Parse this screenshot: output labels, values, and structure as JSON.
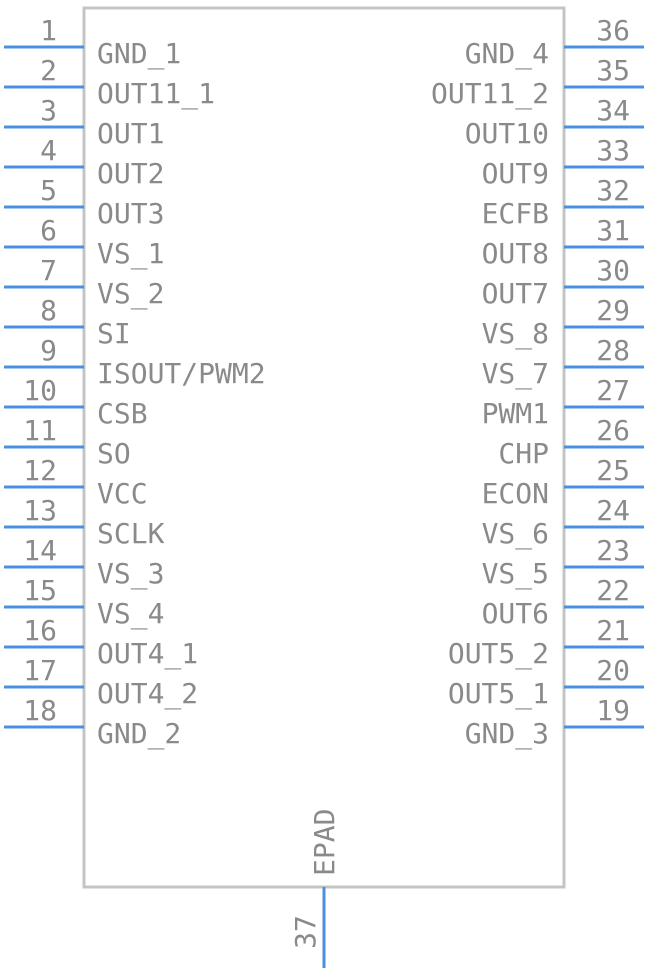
{
  "colors": {
    "pin": "#4a90e2",
    "body": "#c4c4c4",
    "text": "#8a8a8a"
  },
  "left_pins": [
    {
      "num": "1",
      "name": "GND_1"
    },
    {
      "num": "2",
      "name": "OUT11_1"
    },
    {
      "num": "3",
      "name": "OUT1"
    },
    {
      "num": "4",
      "name": "OUT2"
    },
    {
      "num": "5",
      "name": "OUT3"
    },
    {
      "num": "6",
      "name": "VS_1"
    },
    {
      "num": "7",
      "name": "VS_2"
    },
    {
      "num": "8",
      "name": "SI"
    },
    {
      "num": "9",
      "name": "ISOUT/PWM2"
    },
    {
      "num": "10",
      "name": "CSB"
    },
    {
      "num": "11",
      "name": "SO"
    },
    {
      "num": "12",
      "name": "VCC"
    },
    {
      "num": "13",
      "name": "SCLK"
    },
    {
      "num": "14",
      "name": "VS_3"
    },
    {
      "num": "15",
      "name": "VS_4"
    },
    {
      "num": "16",
      "name": "OUT4_1"
    },
    {
      "num": "17",
      "name": "OUT4_2"
    },
    {
      "num": "18",
      "name": "GND_2"
    }
  ],
  "right_pins": [
    {
      "num": "36",
      "name": "GND_4"
    },
    {
      "num": "35",
      "name": "OUT11_2"
    },
    {
      "num": "34",
      "name": "OUT10"
    },
    {
      "num": "33",
      "name": "OUT9"
    },
    {
      "num": "32",
      "name": "ECFB"
    },
    {
      "num": "31",
      "name": "OUT8"
    },
    {
      "num": "30",
      "name": "OUT7"
    },
    {
      "num": "29",
      "name": "VS_8"
    },
    {
      "num": "28",
      "name": "VS_7"
    },
    {
      "num": "27",
      "name": "PWM1"
    },
    {
      "num": "26",
      "name": "CHP"
    },
    {
      "num": "25",
      "name": "ECON"
    },
    {
      "num": "24",
      "name": "VS_6"
    },
    {
      "num": "23",
      "name": "VS_5"
    },
    {
      "num": "22",
      "name": "OUT6"
    },
    {
      "num": "21",
      "name": "OUT5_2"
    },
    {
      "num": "20",
      "name": "OUT5_1"
    },
    {
      "num": "19",
      "name": "GND_3"
    }
  ],
  "bottom_pin": {
    "num": "37",
    "name": "EPAD"
  }
}
